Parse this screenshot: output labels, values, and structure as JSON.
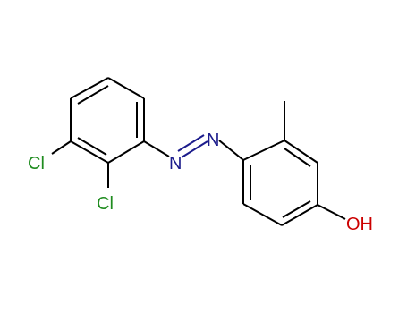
{
  "molecule": {
    "atoms": {
      "cl_top": "Cl",
      "cl_bottom": "Cl",
      "n_left": "N",
      "n_right": "N",
      "oh": "OH"
    },
    "colors": {
      "bond": "#000000",
      "nitrogen": "#1c1c8c",
      "chlorine": "#1f8c1f",
      "oxygen": "#cc0000",
      "background": "#ffffff"
    }
  }
}
